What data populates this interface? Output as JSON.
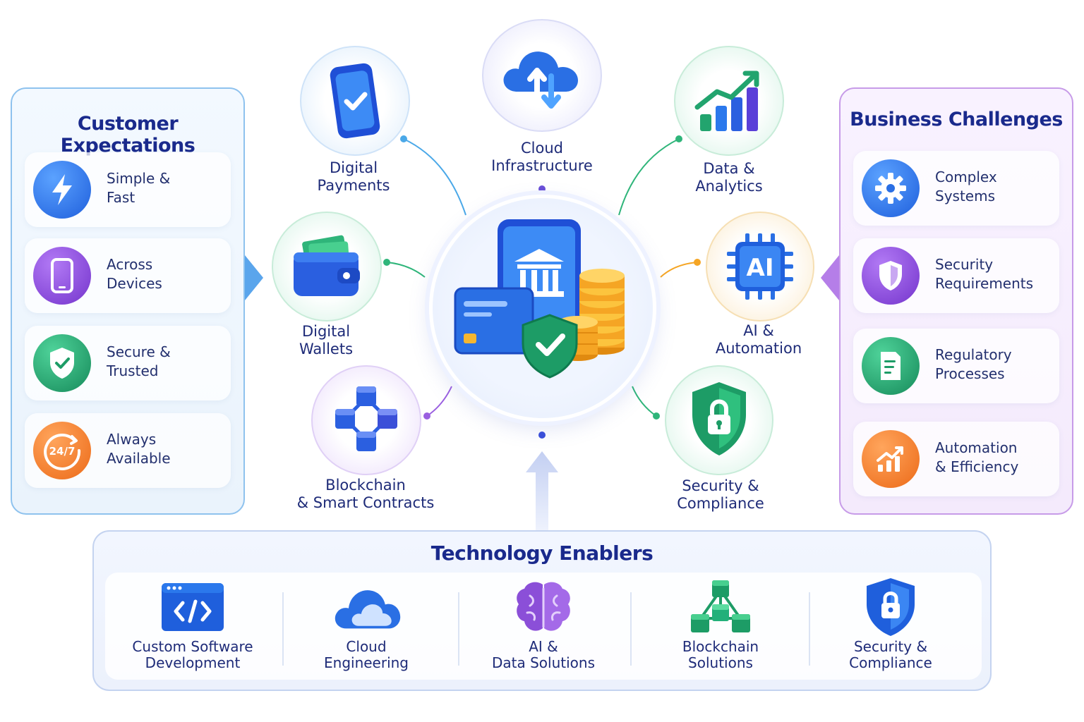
{
  "customer_expectations": {
    "title": "Customer Expectations",
    "items": [
      {
        "label": "Simple &\nFast",
        "icon": "lightning-icon",
        "color": "#2b78ec"
      },
      {
        "label": "Across\nDevices",
        "icon": "smartphone-icon",
        "color": "#8b4fd8"
      },
      {
        "label": "Secure &\nTrusted",
        "icon": "shield-check-icon",
        "color": "#22a46e"
      },
      {
        "label": "Always\nAvailable",
        "icon": "clock-24-7-icon",
        "color": "#f57d2a"
      }
    ]
  },
  "business_challenges": {
    "title": "Business Challenges",
    "items": [
      {
        "label": "Complex\nSystems",
        "icon": "gear-icon",
        "color": "#2b78ec"
      },
      {
        "label": "Security\nRequirements",
        "icon": "shield-icon",
        "color": "#8b4fd8"
      },
      {
        "label": "Regulatory\nProcesses",
        "icon": "document-icon",
        "color": "#22a46e"
      },
      {
        "label": "Automation\n& Efficiency",
        "icon": "growth-chart-icon",
        "color": "#f57d2a"
      }
    ]
  },
  "nodes": {
    "digital_payments": "Digital\nPayments",
    "cloud_infrastructure": "Cloud\nInfrastructure",
    "data_analytics": "Data &\nAnalytics",
    "digital_wallets": "Digital\nWallets",
    "ai_automation": "AI &\nAutomation",
    "blockchain": "Blockchain\n& Smart Contracts",
    "security_compliance": "Security &\nCompliance",
    "ai_chip_text": "AI"
  },
  "technology_enablers": {
    "title": "Technology Enablers",
    "items": [
      {
        "label": "Custom Software\nDevelopment",
        "icon": "code-window-icon"
      },
      {
        "label": "Cloud\nEngineering",
        "icon": "cloud-icon"
      },
      {
        "label": "AI &\nData Solutions",
        "icon": "brain-icon"
      },
      {
        "label": "Blockchain\nSolutions",
        "icon": "blockchain-cubes-icon"
      },
      {
        "label": "Security &\nCompliance",
        "icon": "shield-lock-icon"
      }
    ]
  },
  "colors": {
    "blue": "#2b78ec",
    "purple": "#8b4fd8",
    "green": "#22a46e",
    "orange": "#f57d2a",
    "title": "#1a2a8c"
  }
}
